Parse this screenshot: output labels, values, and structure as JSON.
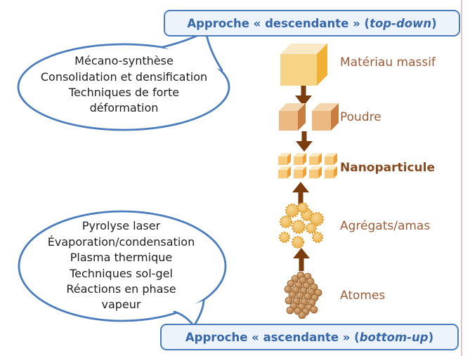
{
  "top_box": {
    "prefix": "Approche « descendante » (",
    "italic": "top-down",
    "suffix": ")"
  },
  "bottom_box": {
    "prefix": "Approche « ascendante » (",
    "italic": "bottom-up",
    "suffix": ")"
  },
  "top_bubble": {
    "lines": [
      "Mécano-synthèse",
      "Consolidation et densification",
      "Techniques de forte",
      "déformation"
    ]
  },
  "bottom_bubble": {
    "lines": [
      "Pyrolyse laser",
      "Évaporation/condensation",
      "Plasma thermique",
      "Techniques sol-gel",
      "Réactions en phase",
      "vapeur"
    ]
  },
  "stages": [
    {
      "icon": "bulk-cube-icon",
      "label": "Matériau massif"
    },
    {
      "icon": "powder-cubes-icon",
      "label": "Poudre"
    },
    {
      "icon": "nanoparticle-cubes-icon",
      "label": "Nanoparticule"
    },
    {
      "icon": "aggregates-icon",
      "label": "Agrégats/amas"
    },
    {
      "icon": "atoms-icon",
      "label": "Atomes"
    }
  ],
  "colors": {
    "accent_blue": "#4b7dbd",
    "box_fill": "#edf3fb",
    "box_text": "#3767ab",
    "bubble_text": "#1e1e1e",
    "label_brown": "#9d5c36",
    "label_brown_bold": "#88491e",
    "arrow_brown": "#7b3d0e",
    "page_edge": "#dcc8c8"
  }
}
